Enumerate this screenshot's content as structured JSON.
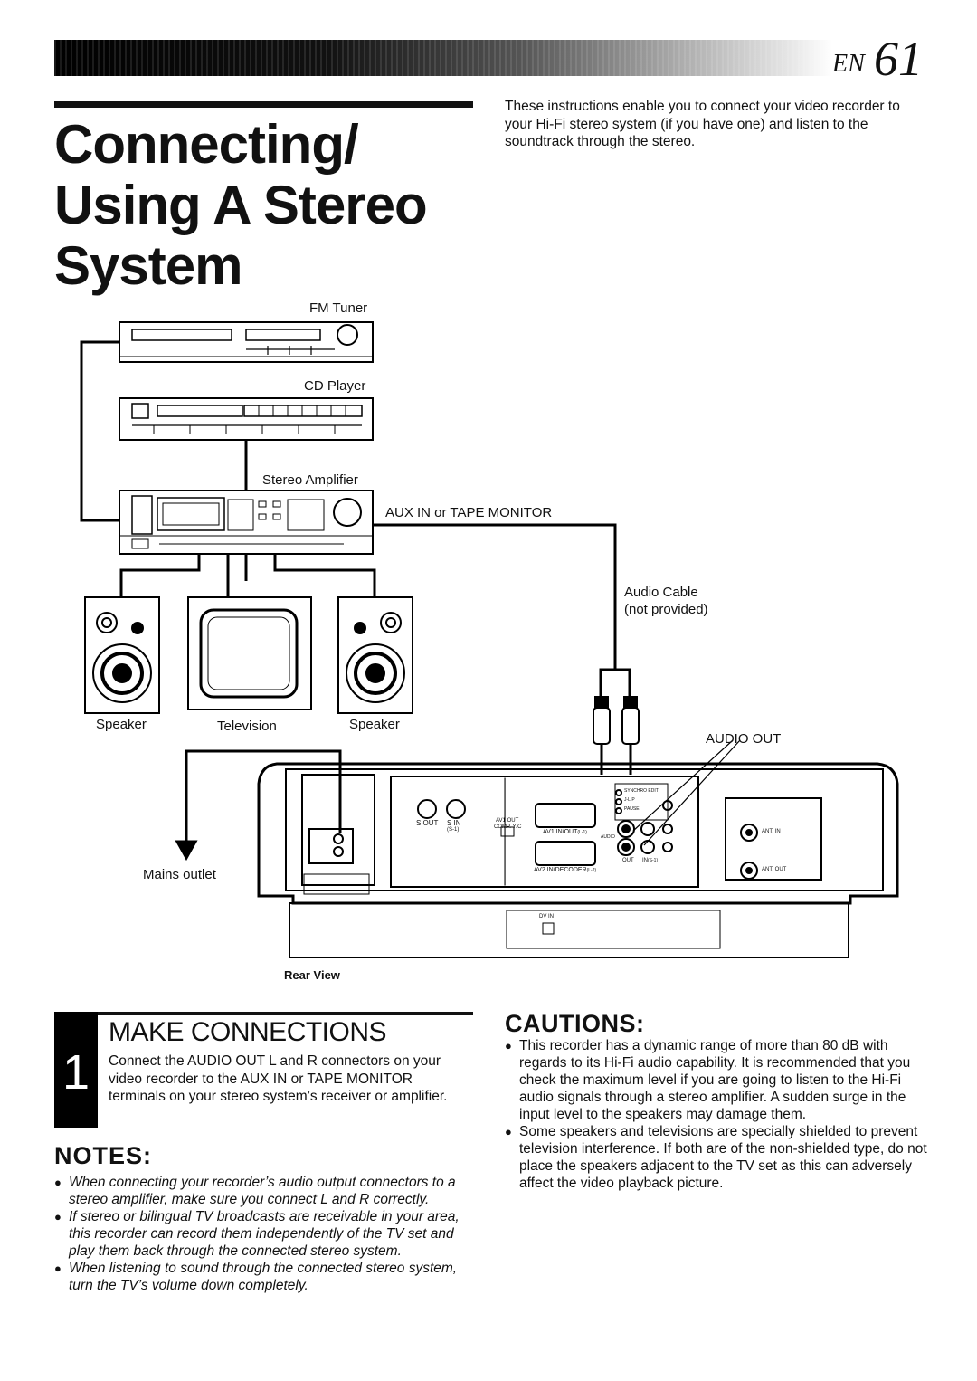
{
  "header": {
    "lang": "EN",
    "page": "61"
  },
  "title_lines": [
    "Connecting/",
    "Using A Stereo",
    "System"
  ],
  "intro": "These instructions enable you to connect your video recorder to your Hi-Fi stereo system (if you have one) and listen to the soundtrack through the stereo.",
  "diagram": {
    "fm_tuner": "FM Tuner",
    "cd_player": "CD Player",
    "stereo_amplifier": "Stereo Amplifier",
    "aux_in": "AUX IN or TAPE MONITOR",
    "audio_cable_line1": "Audio Cable",
    "audio_cable_line2": "(not provided)",
    "speaker_left": "Speaker",
    "television": "Television",
    "speaker_right": "Speaker",
    "audio_out": "AUDIO OUT",
    "mains_outlet": "Mains outlet",
    "rear_view": "Rear View",
    "panel": {
      "s_out": "S OUT",
      "s_in": "S IN",
      "s_in_sub": "(S-1)",
      "av1_out": "AV1 OUT",
      "comp_yc": "COMP. Y/C",
      "av1_in_out": "AV1 IN/OUT",
      "av1_sub": "(L-1)",
      "av2_in": "AV2 IN/DECODER",
      "av2_sub": "(L-2)",
      "synchro_edit": "SYNCHRO EDIT",
      "jlip": "J-LIP",
      "pause": "PAUSE",
      "audio": "AUDIO",
      "out": "OUT",
      "in": "IN",
      "in_sub": "(S-1)",
      "ant_in": "ANT. IN",
      "ant_out": "ANT. OUT",
      "dv_in": "DV IN"
    }
  },
  "step": {
    "number": "1",
    "title": "MAKE CONNECTIONS",
    "text": "Connect the AUDIO OUT L and R connectors on your video recorder to the AUX IN or TAPE MONITOR terminals on your stereo system’s receiver or amplifier."
  },
  "notes": {
    "heading": "NOTES:",
    "items": [
      "When connecting your recorder’s audio output connectors to a stereo amplifier, make sure you connect L and R correctly.",
      "If stereo or bilingual TV broadcasts are receivable in your area, this recorder can record them independently of the TV set and play them back through the connected stereo system.",
      "When listening to sound through the connected stereo system, turn the TV’s volume down completely."
    ]
  },
  "cautions": {
    "heading": "CAUTIONS:",
    "items": [
      "This recorder has a dynamic range of more than 80 dB with regards to its Hi-Fi audio capability. It is recommended that you check the maximum level if you are going to listen to the Hi-Fi audio signals through a stereo amplifier. A sudden surge in the input level to the speakers may damage them.",
      "Some speakers and televisions are specially shielded to prevent television interference. If both are of the non-shielded type, do not place the speakers adjacent to the TV set as this can adversely affect the video playback picture."
    ]
  }
}
